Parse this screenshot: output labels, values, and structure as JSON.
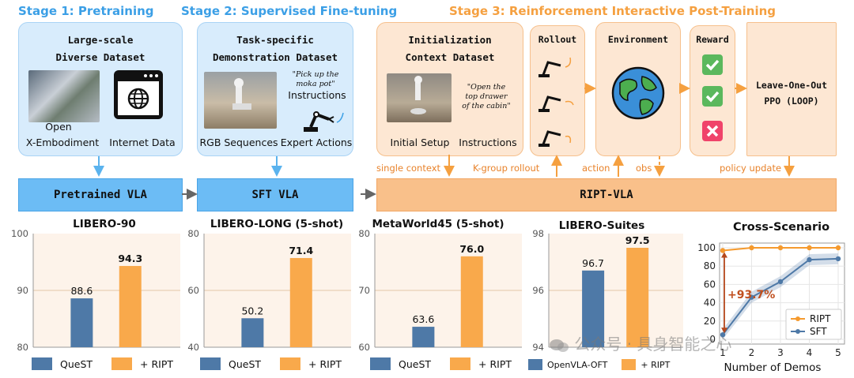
{
  "stages": {
    "s1": "Stage 1: Pretraining",
    "s2": "Stage 2: Supervised Fine-tuning",
    "s3": "Stage 3: Reinforcement Interactive Post-Training"
  },
  "pretrain_panel": {
    "title_line1": "Large-scale",
    "title_line2": "Diverse Dataset",
    "cap1_line1": "Open",
    "cap1_line2": "X-Embodiment",
    "cap2": "Internet Data"
  },
  "sft_panel": {
    "title_line1": "Task-specific",
    "title_line2": "Demonstration Dataset",
    "quote_line1": "\"Pick up the",
    "quote_line2": "moka pot\"",
    "instructions": "Instructions",
    "cap1": "RGB Sequences",
    "cap2": "Expert Actions"
  },
  "ript_panel": {
    "init_line1": "Initialization",
    "init_line2": "Context Dataset",
    "quote_line1": "\"Open the",
    "quote_line2": "top drawer",
    "quote_line3": "of the cabin\"",
    "cap1": "Initial Setup",
    "cap2": "Instructions",
    "rollout": "Rollout",
    "environment": "Environment",
    "reward": "Reward",
    "loop_line1": "Leave-One-Out",
    "loop_line2": "PPO (LOOP)"
  },
  "flow_labels": {
    "single_context": "single context",
    "k_group": "K-group rollout",
    "action": "action",
    "obs": "obs",
    "policy_update": "policy update"
  },
  "vla_bars": {
    "pretrained": "Pretrained VLA",
    "sft": "SFT VLA",
    "ript": "RIPT-VLA"
  },
  "colors": {
    "quest": "#4e79a7",
    "ript": "#f9a94b",
    "stage_blue": "#3b9fe6",
    "stage_orange": "#f5a040"
  },
  "chart_data": [
    {
      "type": "bar",
      "title": "LIBERO-90",
      "categories": [
        "QueST",
        "+ RIPT"
      ],
      "values": [
        88.6,
        94.3
      ],
      "value_labels": [
        "88.6",
        "94.3"
      ],
      "yticks": [
        "80",
        "90",
        "100"
      ],
      "ylim": [
        80,
        100
      ]
    },
    {
      "type": "bar",
      "title": "LIBERO-LONG (5-shot)",
      "categories": [
        "QueST",
        "+ RIPT"
      ],
      "values": [
        50.2,
        71.4
      ],
      "value_labels": [
        "50.2",
        "71.4"
      ],
      "yticks": [
        "40",
        "60",
        "80"
      ],
      "ylim": [
        40,
        80
      ]
    },
    {
      "type": "bar",
      "title": "MetaWorld45 (5-shot)",
      "categories": [
        "QueST",
        "+ RIPT"
      ],
      "values": [
        63.6,
        76.0
      ],
      "value_labels": [
        "63.6",
        "76.0"
      ],
      "yticks": [
        "60",
        "70",
        "80"
      ],
      "ylim": [
        60,
        80
      ]
    },
    {
      "type": "bar",
      "title": "LIBERO-Suites",
      "categories": [
        "OpenVLA-OFT",
        "+ RIPT"
      ],
      "values": [
        96.7,
        97.5
      ],
      "value_labels": [
        "96.7",
        "97.5"
      ],
      "yticks": [
        "94",
        "96",
        "98"
      ],
      "ylim": [
        94,
        98
      ]
    },
    {
      "type": "line",
      "title": "Cross-Scenario",
      "xlabel": "Number of Demos",
      "x": [
        1,
        2,
        3,
        4,
        5
      ],
      "xticks": [
        "1",
        "2",
        "3",
        "4",
        "5"
      ],
      "yticks": [
        "0",
        "20",
        "40",
        "60",
        "80",
        "100"
      ],
      "ylim": [
        0,
        100
      ],
      "series": [
        {
          "name": "RIPT",
          "values": [
            97,
            100,
            100,
            100,
            100
          ]
        },
        {
          "name": "SFT",
          "values": [
            5,
            46,
            63,
            87,
            88
          ]
        }
      ],
      "annotation": "+93.7%",
      "grid": true,
      "legend": "bottom-right"
    }
  ],
  "watermark": "公众号 · 具身智能之心"
}
